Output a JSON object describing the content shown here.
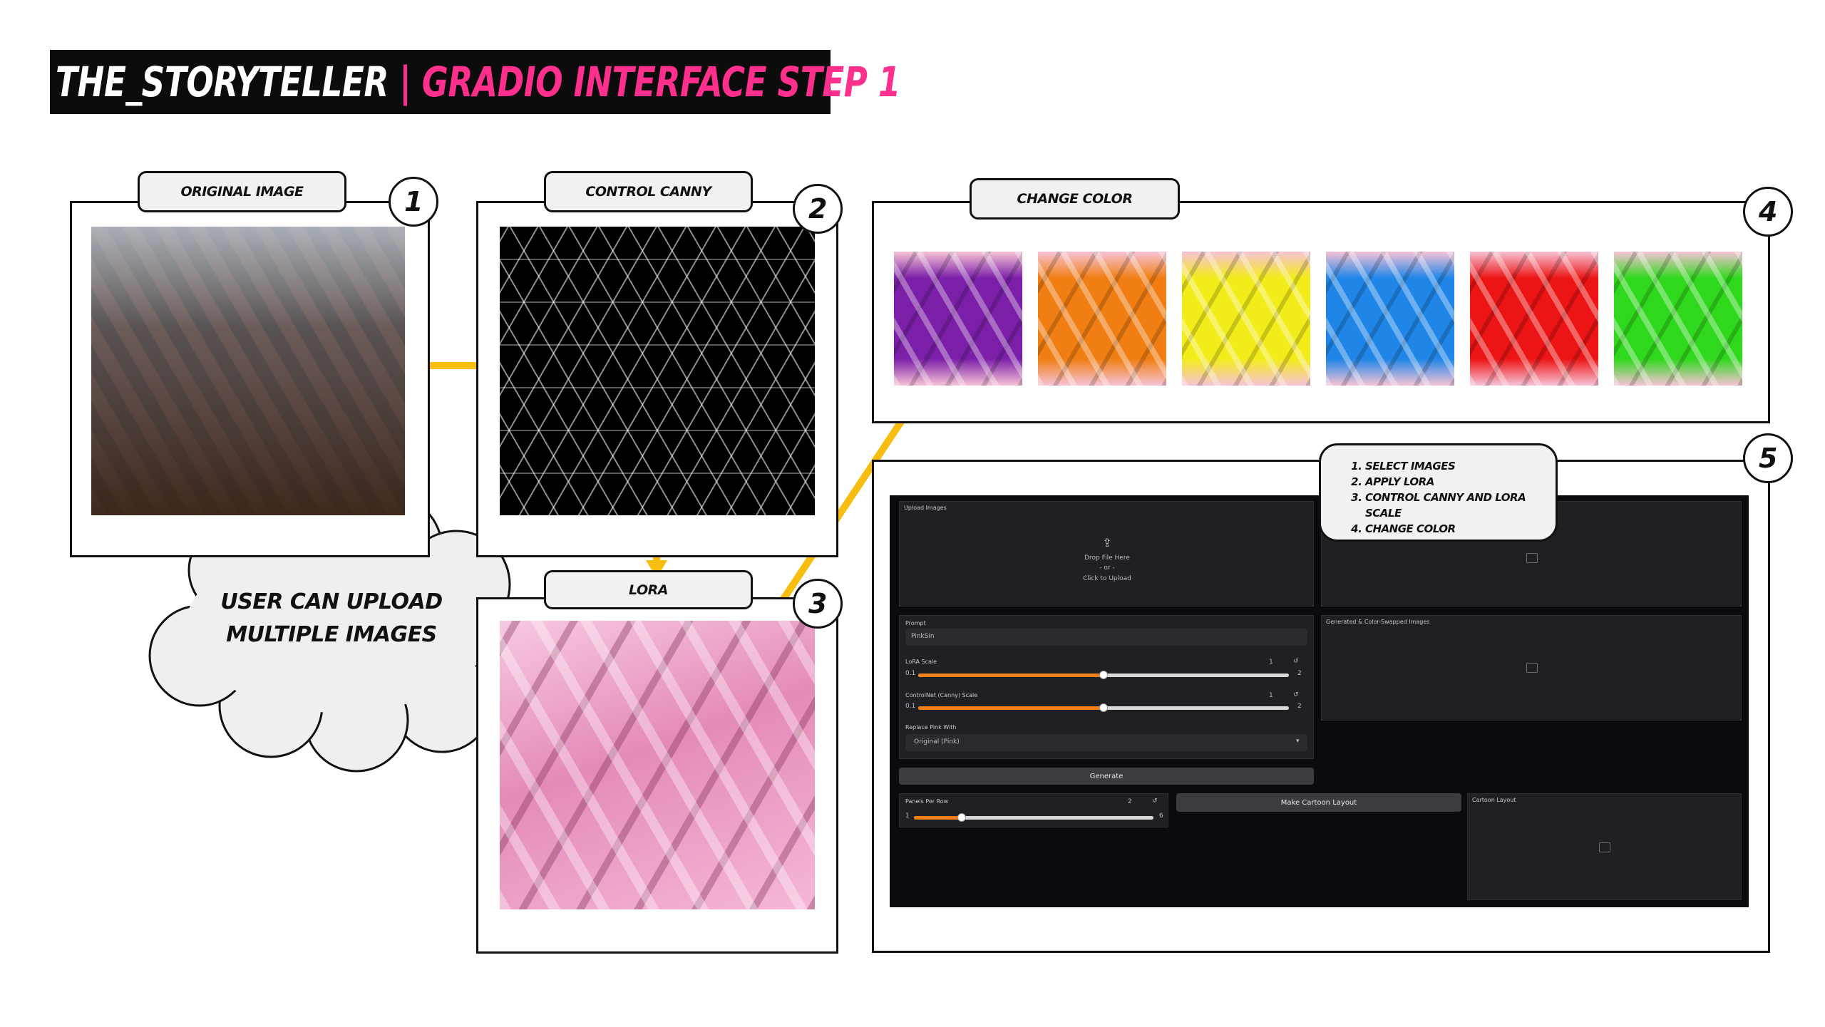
{
  "header": {
    "title_part1": "THE_STORYTELLER",
    "title_part2": "| GRADIO INTERFACE STEP 1"
  },
  "steps": [
    {
      "number": "1",
      "label": "ORIGINAL IMAGE"
    },
    {
      "number": "2",
      "label": "CONTROL CANNY"
    },
    {
      "number": "3",
      "label": "LORA"
    },
    {
      "number": "4",
      "label": "CHANGE COLOR"
    },
    {
      "number": "5",
      "label": ""
    }
  ],
  "cloud_note": {
    "line1": "USER CAN UPLOAD",
    "line2": "MULTIPLE IMAGES"
  },
  "color_swatches": [
    {
      "name": "purple",
      "color": "#7b1fa8"
    },
    {
      "name": "orange",
      "color": "#f07e12"
    },
    {
      "name": "yellow",
      "color": "#f3ec1b"
    },
    {
      "name": "blue",
      "color": "#1f86e8"
    },
    {
      "name": "red",
      "color": "#ec1414"
    },
    {
      "name": "green",
      "color": "#2fd81c"
    }
  ],
  "speech_bubble": {
    "items": [
      "SELECT IMAGES",
      "APPLY LORA",
      "CONTROL CANNY AND LORA SCALE",
      "CHANGE COLOR"
    ]
  },
  "app": {
    "upload": {
      "label": "Upload Images",
      "drop_text": "Drop File Here",
      "or_text": "- or -",
      "click_text": "Click to Upload"
    },
    "prompt": {
      "label": "Prompt",
      "value": "PinkSin"
    },
    "lora_scale": {
      "label": "LoRA Scale",
      "value": "1",
      "min": "0.1",
      "max": "2",
      "level": 0.5
    },
    "controlnet_scale": {
      "label": "ControlNet (Canny) Scale",
      "value": "1",
      "min": "0.1",
      "max": "2",
      "level": 0.5
    },
    "replace_pink": {
      "label": "Replace Pink With",
      "selected": "Original (Pink)"
    },
    "generate_button": "Generate",
    "gallery_label": "Generated & Color-Swapped Images",
    "panels_per_row": {
      "label": "Panels Per Row",
      "value": "2",
      "min": "1",
      "max": "6",
      "level": 0.2
    },
    "cartoon_button": "Make Cartoon Layout",
    "cartoon_label": "Cartoon Layout"
  }
}
